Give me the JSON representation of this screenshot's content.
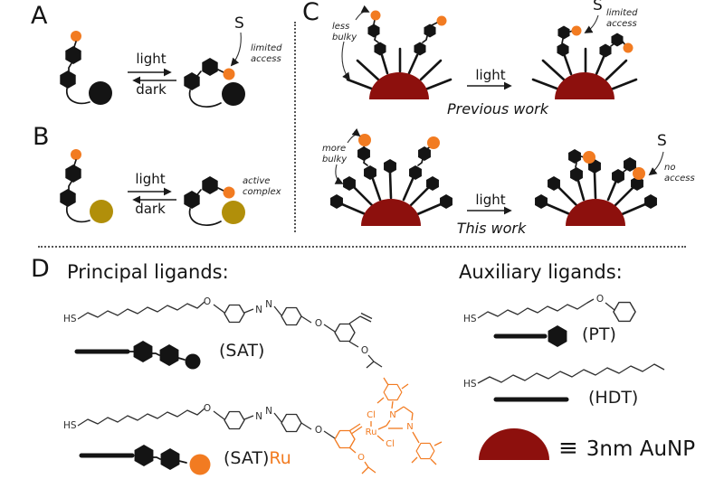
{
  "colors": {
    "orange": "#F27B21",
    "olive": "#B18F0A",
    "maroon": "#8D100D",
    "ink": "#141414"
  },
  "panel_a": {
    "label": "A",
    "forward": "light",
    "reverse": "dark",
    "substrate": "S",
    "note": "limited access"
  },
  "panel_b": {
    "label": "B",
    "forward": "light",
    "reverse": "dark",
    "note": "active complex"
  },
  "panel_c": {
    "label": "C",
    "previous": {
      "arm_note": "less bulky",
      "arrow": "light",
      "substrate": "S",
      "note": "limited access",
      "caption": "Previous work"
    },
    "current": {
      "arm_note": "more bulky",
      "arrow": "light",
      "substrate": "S",
      "note": "no access",
      "caption": "This work"
    }
  },
  "panel_d": {
    "label": "D",
    "principal_heading": "Principal ligands:",
    "auxiliary_heading": "Auxiliary ligands:",
    "ligands": {
      "sat": "(SAT)",
      "satru_base": "(SAT)",
      "satru_suffix": "Ru",
      "pt": "(PT)",
      "hdt": "(HDT)"
    },
    "atoms": {
      "thiol": "HS",
      "oxygen": "O",
      "nitrogen": "N",
      "ruthenium": "Ru",
      "chlorine": "Cl"
    },
    "aunp": {
      "equiv": "≡",
      "label": "3nm AuNP"
    }
  }
}
